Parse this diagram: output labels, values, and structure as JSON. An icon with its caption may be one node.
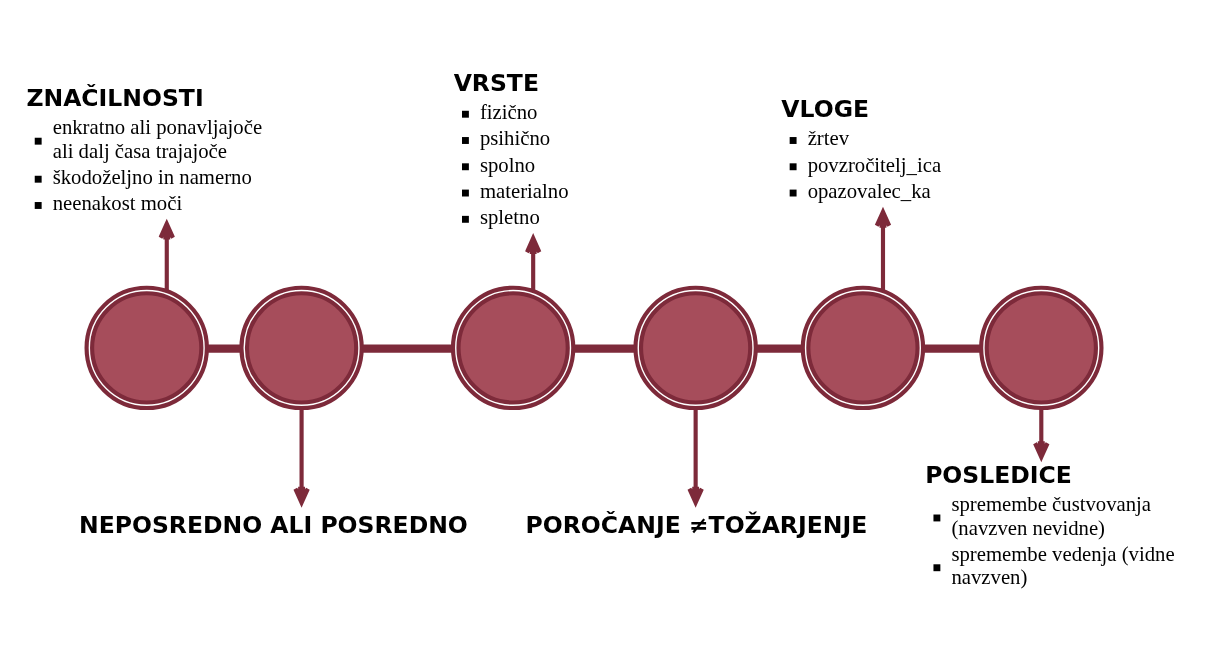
{
  "diagram": {
    "nodes": [
      {
        "text": [
          "ZNAČILNOSTI",
          "enkratno ali ponavljajoče ali dalj časa trajajoče",
          "škodoželjno in namerno",
          "neenakost moči"
        ]
      },
      {
        "text": [
          "VRSTE",
          "fizično",
          "psihično",
          "spolno",
          "materialno",
          "spletno"
        ]
      },
      {
        "text": [
          "VLOGE",
          "žrtev",
          "povzročitelj_ica",
          "opazovalec_ka"
        ]
      },
      {
        "text": [],
        "shape": "circle"
      },
      {
        "text": [],
        "shape": "circle"
      },
      {
        "text": [],
        "shape": "circle"
      },
      {
        "text": [],
        "shape": "circle"
      },
      {
        "text": [],
        "shape": "circle"
      },
      {
        "text": [],
        "shape": "circle"
      },
      {
        "text": [
          "NEPOSREDNO ALI POSREDNO"
        ]
      },
      {
        "text": [
          "POSLEDICE",
          "spremembe čustvovanja (navzven nevidne)",
          "spremembe vedenja (vidne navzven)"
        ]
      },
      {
        "text": [
          "POROČANJE ≠TOŽARJENJE"
        ]
      }
    ],
    "edges": [
      {
        "from": 3,
        "to": 4,
        "arrow": "none",
        "style": "thick"
      },
      {
        "from": 4,
        "to": 5,
        "arrow": "none",
        "style": "thick"
      },
      {
        "from": 5,
        "to": 6,
        "arrow": "none",
        "style": "thick"
      },
      {
        "from": 6,
        "to": 7,
        "arrow": "none",
        "style": "thick"
      },
      {
        "from": 7,
        "to": 8,
        "arrow": "none",
        "style": "thick"
      },
      {
        "from": 3,
        "to": 0,
        "arrow": "to"
      },
      {
        "from": 4,
        "to": 9,
        "arrow": "to"
      },
      {
        "from": 5,
        "to": 1,
        "arrow": "to"
      },
      {
        "from": 6,
        "to": 11,
        "arrow": "to"
      },
      {
        "from": 7,
        "to": 2,
        "arrow": "to"
      },
      {
        "from": 8,
        "to": 10,
        "arrow": "to"
      }
    ]
  }
}
